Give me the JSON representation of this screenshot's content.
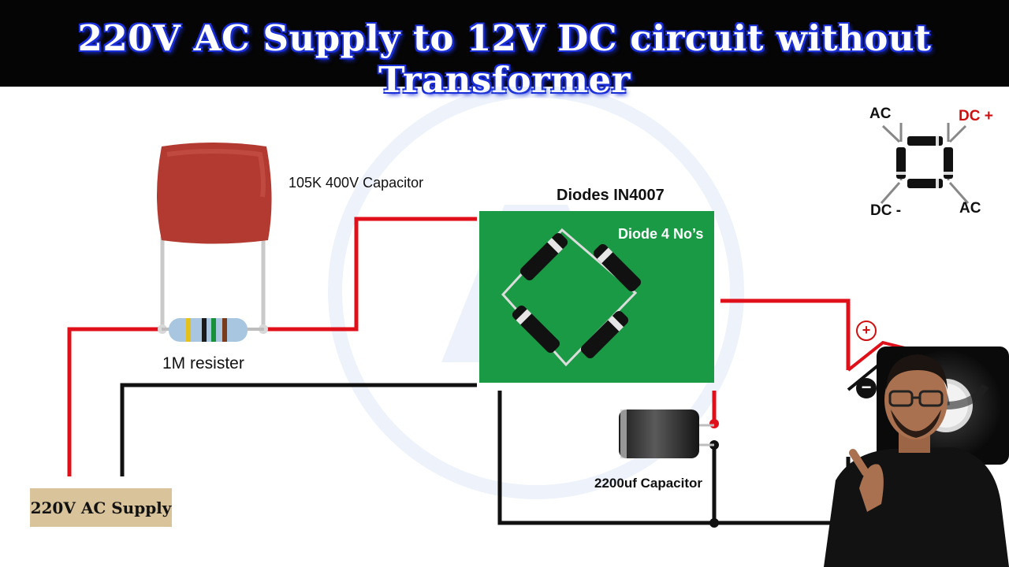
{
  "title": "220V AC Supply to 12V DC circuit without Transformer",
  "labels": {
    "capacitor": "105K 400V Capacitor",
    "resistor": "1M resister",
    "diodes": "Diodes IN4007",
    "diode_count": "Diode 4 No’s",
    "electrolytic": "2200uf Capacitor",
    "supply": "220V AC Supply"
  },
  "bridge_legend": {
    "ac_top": "AC",
    "dc_plus": "DC +",
    "dc_minus": "DC -",
    "ac_bottom": "AC"
  },
  "fan": {
    "plus": "+",
    "minus": "−"
  },
  "colors": {
    "title_bg": "#050505",
    "title_outline": "#1b2fd9",
    "wire_red": "#e0101a",
    "wire_black": "#111111",
    "board_green": "#1a9a45",
    "film_cap": "#b23a31",
    "supply_box": "#d8c39a"
  }
}
